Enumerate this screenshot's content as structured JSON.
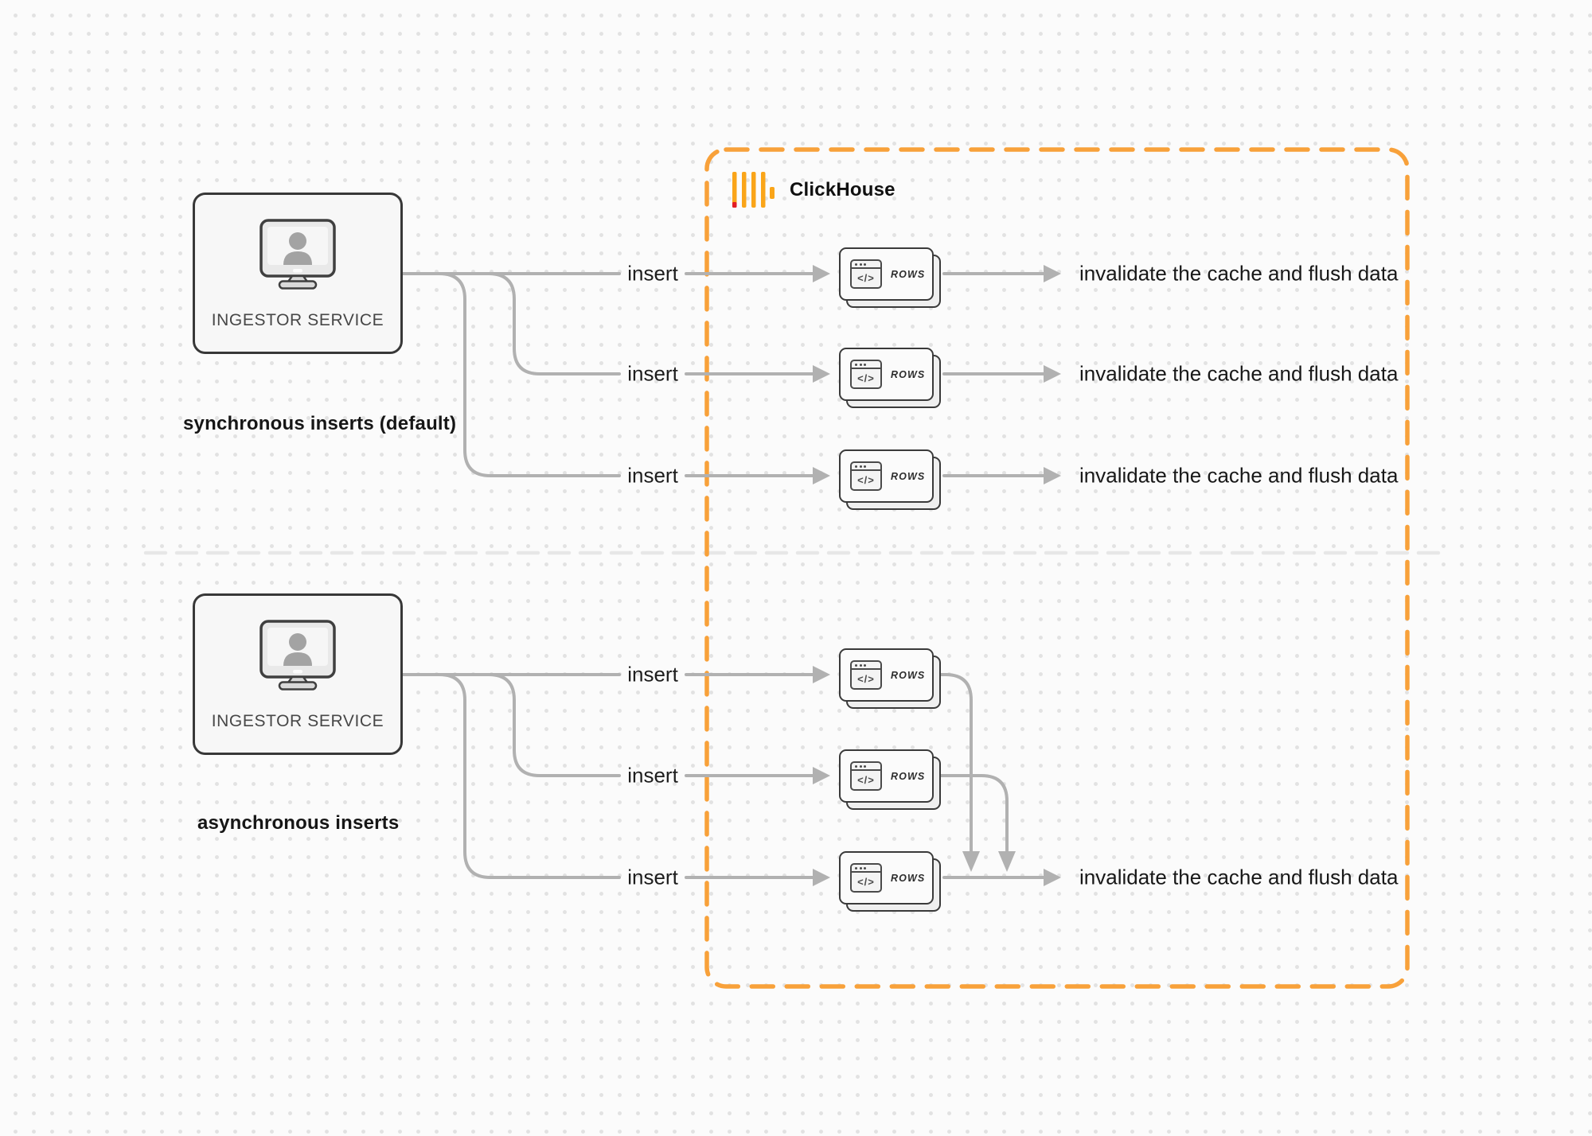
{
  "clickhouse": {
    "label": "ClickHouse"
  },
  "sync": {
    "service_label": "INGESTOR SERVICE",
    "caption": "synchronous inserts (default)",
    "rows": [
      {
        "insert_label": "insert",
        "card_code": "</>",
        "card_label": "ROWS",
        "result_label": "invalidate the cache and flush data"
      },
      {
        "insert_label": "insert",
        "card_code": "</>",
        "card_label": "ROWS",
        "result_label": "invalidate the cache and flush data"
      },
      {
        "insert_label": "insert",
        "card_code": "</>",
        "card_label": "ROWS",
        "result_label": "invalidate the cache and flush data"
      }
    ]
  },
  "async": {
    "service_label": "INGESTOR SERVICE",
    "caption": "asynchronous inserts",
    "rows": [
      {
        "insert_label": "insert",
        "card_code": "</>",
        "card_label": "ROWS"
      },
      {
        "insert_label": "insert",
        "card_code": "</>",
        "card_label": "ROWS"
      },
      {
        "insert_label": "insert",
        "card_code": "</>",
        "card_label": "ROWS"
      }
    ],
    "result_label": "invalidate the cache and flush data"
  },
  "colors": {
    "accent_orange": "#F8A13A",
    "logo_yellow": "#FAA519",
    "logo_red": "#E31E24",
    "line_gray": "#B1B1B1",
    "divider_gray": "#E7E7E7"
  }
}
